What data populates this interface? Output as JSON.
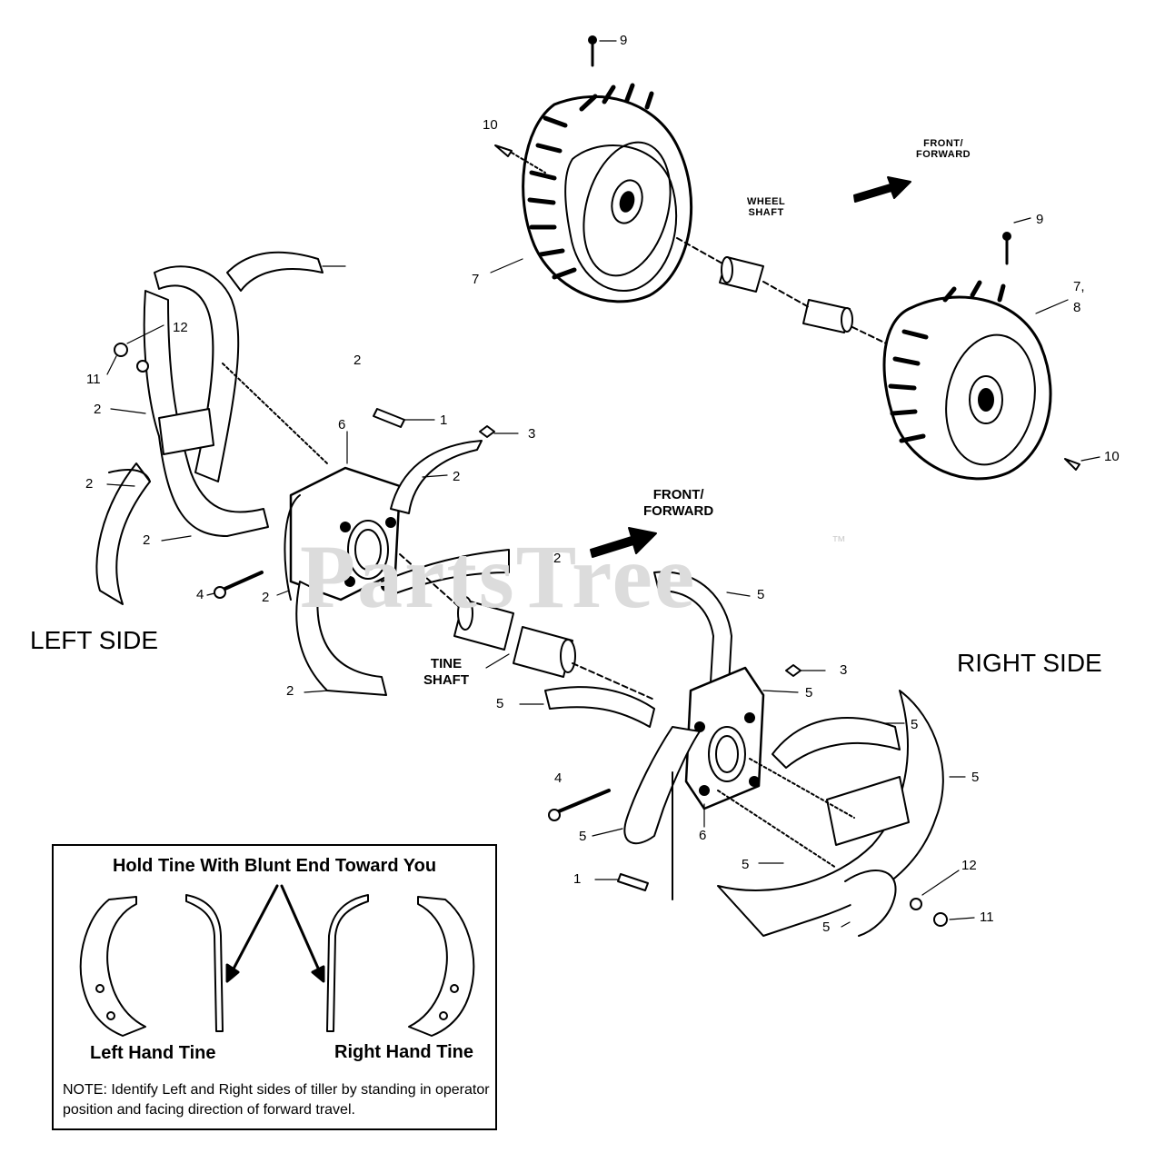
{
  "watermark": "PartsTree",
  "trademark": "™",
  "sides": {
    "left": "LEFT SIDE",
    "right": "RIGHT SIDE"
  },
  "directions": {
    "top": {
      "line1": "FRONT/",
      "line2": "FORWARD"
    },
    "middle": {
      "line1": "FRONT/",
      "line2": "FORWARD"
    }
  },
  "component_labels": {
    "wheel_shaft": {
      "line1": "WHEEL",
      "line2": "SHAFT"
    },
    "tine_shaft": {
      "line1": "TINE",
      "line2": "SHAFT"
    }
  },
  "callouts": {
    "c9a": "9",
    "c10a": "10",
    "c7a": "7",
    "c9b": "9",
    "c78a": "7,",
    "c78b": "8",
    "c10b": "10",
    "c12a": "12",
    "c11a": "11",
    "c2a": "2",
    "c2b": "2",
    "c1a": "1",
    "c6a": "6",
    "c3a": "3",
    "c2c": "2",
    "c2d": "2",
    "c2e": "2",
    "c2f": "2",
    "c4a": "4",
    "c2g": "2",
    "c2h": "2",
    "c5a": "5",
    "c3b": "3",
    "c5b": "5",
    "c5c": "5",
    "c5d": "5",
    "c5e": "5",
    "c4b": "4",
    "c5f": "5",
    "c6b": "6",
    "c5g": "5",
    "c1b": "1",
    "c12b": "12",
    "c11b": "11",
    "c5h": "5"
  },
  "inset": {
    "title": "Hold Tine With Blunt End Toward You",
    "left_caption": "Left Hand Tine",
    "right_caption": "Right Hand Tine",
    "note": "NOTE: Identify Left and Right sides of tiller by standing in operator position and facing direction of forward travel."
  }
}
